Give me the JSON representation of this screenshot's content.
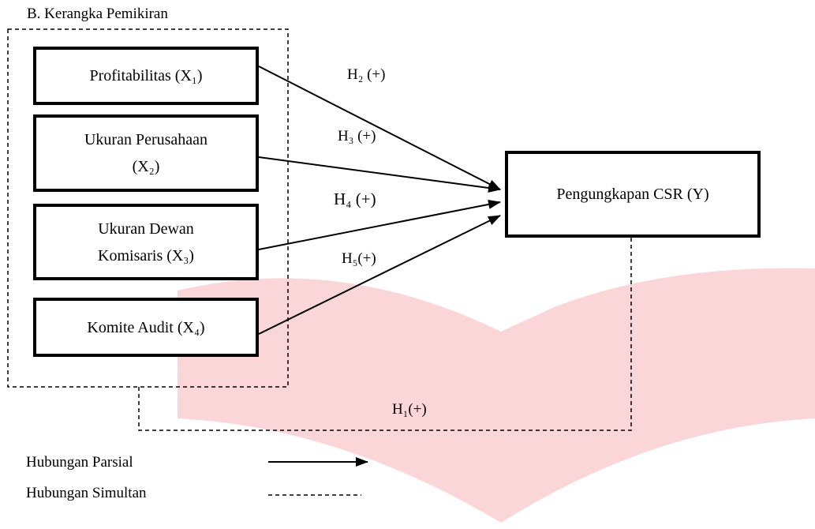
{
  "heading": "B.  Kerangka Pemikiran",
  "independent_variables": [
    {
      "lines": [
        "Profitabilitas (X₁)"
      ]
    },
    {
      "lines": [
        "Ukuran Perusahaan",
        "(X₂)"
      ]
    },
    {
      "lines": [
        "Ukuran Dewan",
        "Komisaris (X₃)"
      ]
    },
    {
      "lines": [
        "Komite Audit (X₄)"
      ]
    }
  ],
  "dependent_variable": "Pengungkapan CSR (Y)",
  "hypotheses": {
    "h2": "H₂ (+)",
    "h3": "H₃ (+)",
    "h4": "H₄ (+)",
    "h5": "H₅(+)",
    "h1": "H₁(+)"
  },
  "legend": {
    "partial": "Hubungan Parsial",
    "simultaneous": "Hubungan Simultan"
  },
  "colors": {
    "background_shape": "#fbd6d8",
    "line": "#000000"
  }
}
